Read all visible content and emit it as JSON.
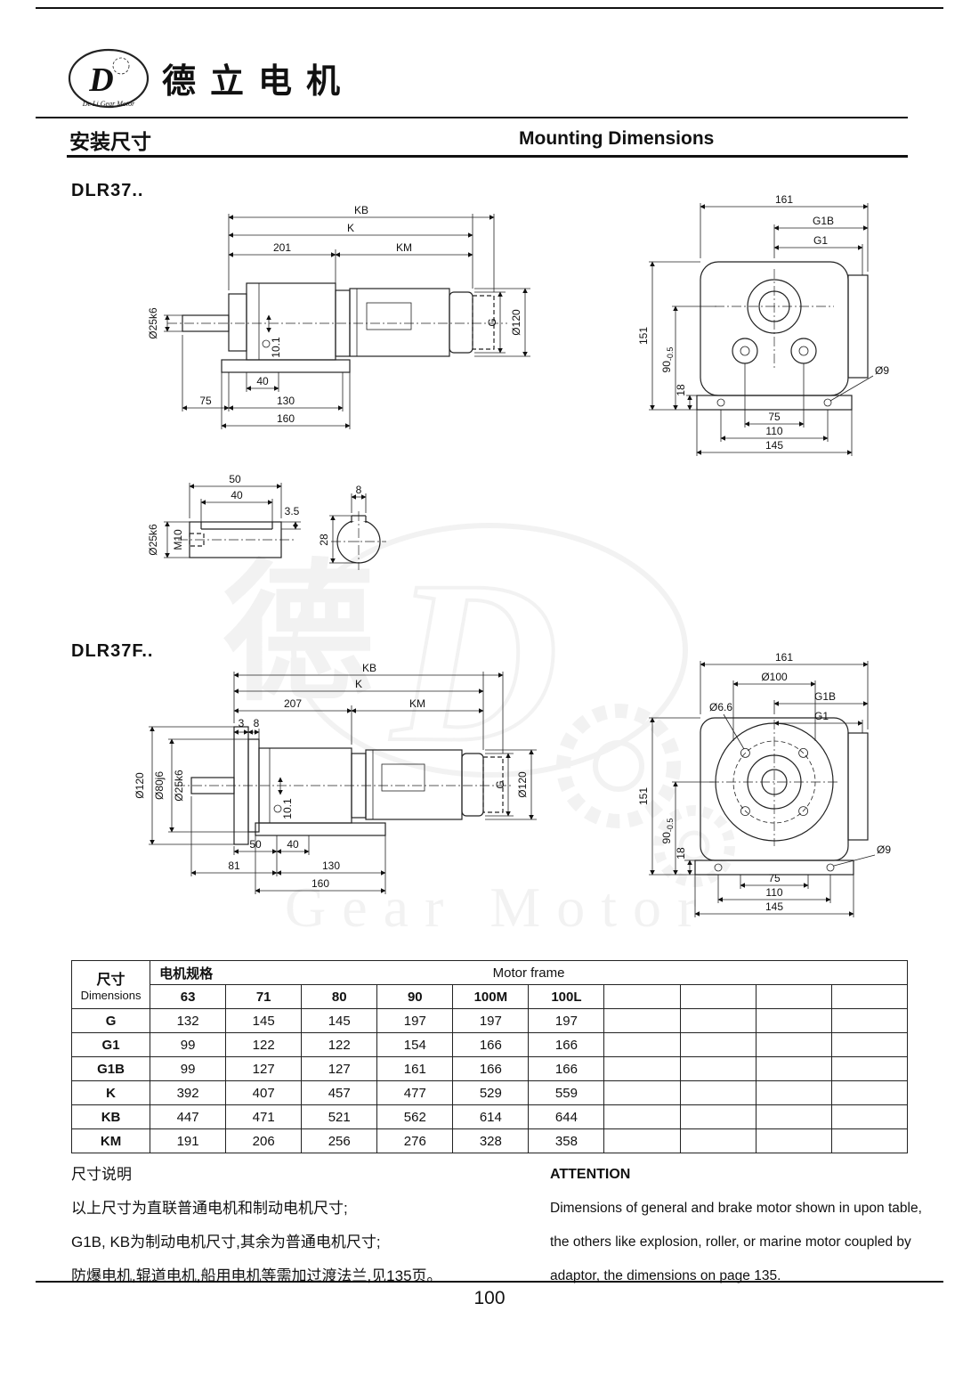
{
  "header": {
    "company_cn": "德立电机",
    "logo_letter": "D",
    "logo_sub": "De Li Gear Motor",
    "section_cn": "安装尺寸",
    "section_en": "Mounting Dimensions"
  },
  "drawing1": {
    "label": "DLR37..",
    "side": {
      "kb": "KB",
      "k": "K",
      "len201": "201",
      "km": "KM",
      "shaft_dia": "Ø25k6",
      "key_h": "10.1",
      "g": "G",
      "motor_dia": "Ø120",
      "b40": "40",
      "b75": "75",
      "b130": "130",
      "b160": "160"
    },
    "end": {
      "w161": "161",
      "g1b": "G1B",
      "g1": "G1",
      "h151": "151",
      "h90": "90",
      "h90_tol": "-0.5",
      "h18": "18",
      "hole9": "Ø9",
      "b75": "75",
      "b110": "110",
      "b145": "145"
    }
  },
  "shaft_detail": {
    "l50": "50",
    "l40": "40",
    "d35": "3.5",
    "tap": "M10",
    "dia": "Ø25k6",
    "key_w": "8",
    "sec28": "28"
  },
  "drawing2": {
    "label": "DLR37F..",
    "side": {
      "kb": "KB",
      "k": "K",
      "len207": "207",
      "km": "KM",
      "f3": "3",
      "f8": "8",
      "flange_dia": "Ø120",
      "spigot_dia": "Ø80j6",
      "shaft_dia": "Ø25k6",
      "key_h": "10.1",
      "g": "G",
      "motor_dia": "Ø120",
      "b50": "50",
      "b40": "40",
      "b81": "81",
      "b130": "130",
      "b160": "160"
    },
    "end": {
      "w161": "161",
      "bc100": "Ø100",
      "g1b": "G1B",
      "hole66": "Ø6.6",
      "g1": "G1",
      "h151": "151",
      "h90": "90",
      "h90_tol": "-0.5",
      "h18": "18",
      "hole9": "Ø9",
      "b75": "75",
      "b110": "110",
      "b145": "145"
    }
  },
  "table": {
    "dim_cn": "尺寸",
    "dim_en": "Dimensions",
    "spec_cn": "电机规格",
    "spec_en": "Motor frame",
    "frames": [
      "63",
      "71",
      "80",
      "90",
      "100M",
      "100L",
      "",
      "",
      "",
      ""
    ],
    "rows": [
      {
        "dim": "G",
        "values": [
          "132",
          "145",
          "145",
          "197",
          "197",
          "197",
          "",
          "",
          "",
          ""
        ]
      },
      {
        "dim": "G1",
        "values": [
          "99",
          "122",
          "122",
          "154",
          "166",
          "166",
          "",
          "",
          "",
          ""
        ]
      },
      {
        "dim": "G1B",
        "values": [
          "99",
          "127",
          "127",
          "161",
          "166",
          "166",
          "",
          "",
          "",
          ""
        ]
      },
      {
        "dim": "K",
        "values": [
          "392",
          "407",
          "457",
          "477",
          "529",
          "559",
          "",
          "",
          "",
          ""
        ]
      },
      {
        "dim": "KB",
        "values": [
          "447",
          "471",
          "521",
          "562",
          "614",
          "644",
          "",
          "",
          "",
          ""
        ]
      },
      {
        "dim": "KM",
        "values": [
          "191",
          "206",
          "256",
          "276",
          "328",
          "358",
          "",
          "",
          "",
          ""
        ]
      }
    ]
  },
  "notes": {
    "title_cn": "尺寸说明",
    "cn": [
      "以上尺寸为直联普通电机和制动电机尺寸;",
      "G1B, KB为制动电机尺寸,其余为普通电机尺寸;",
      "防爆电机,辊道电机,船用电机等需加过渡法兰,见135页。"
    ],
    "title_en": "ATTENTION",
    "en": [
      "Dimensions of general and brake motor shown in upon table,",
      "the others like explosion, roller, or marine motor coupled by",
      "adaptor, the dimensions on page 135."
    ]
  },
  "watermark": {
    "cn": "德",
    "text": "Gear Motor"
  },
  "footer": {
    "page": "100"
  }
}
